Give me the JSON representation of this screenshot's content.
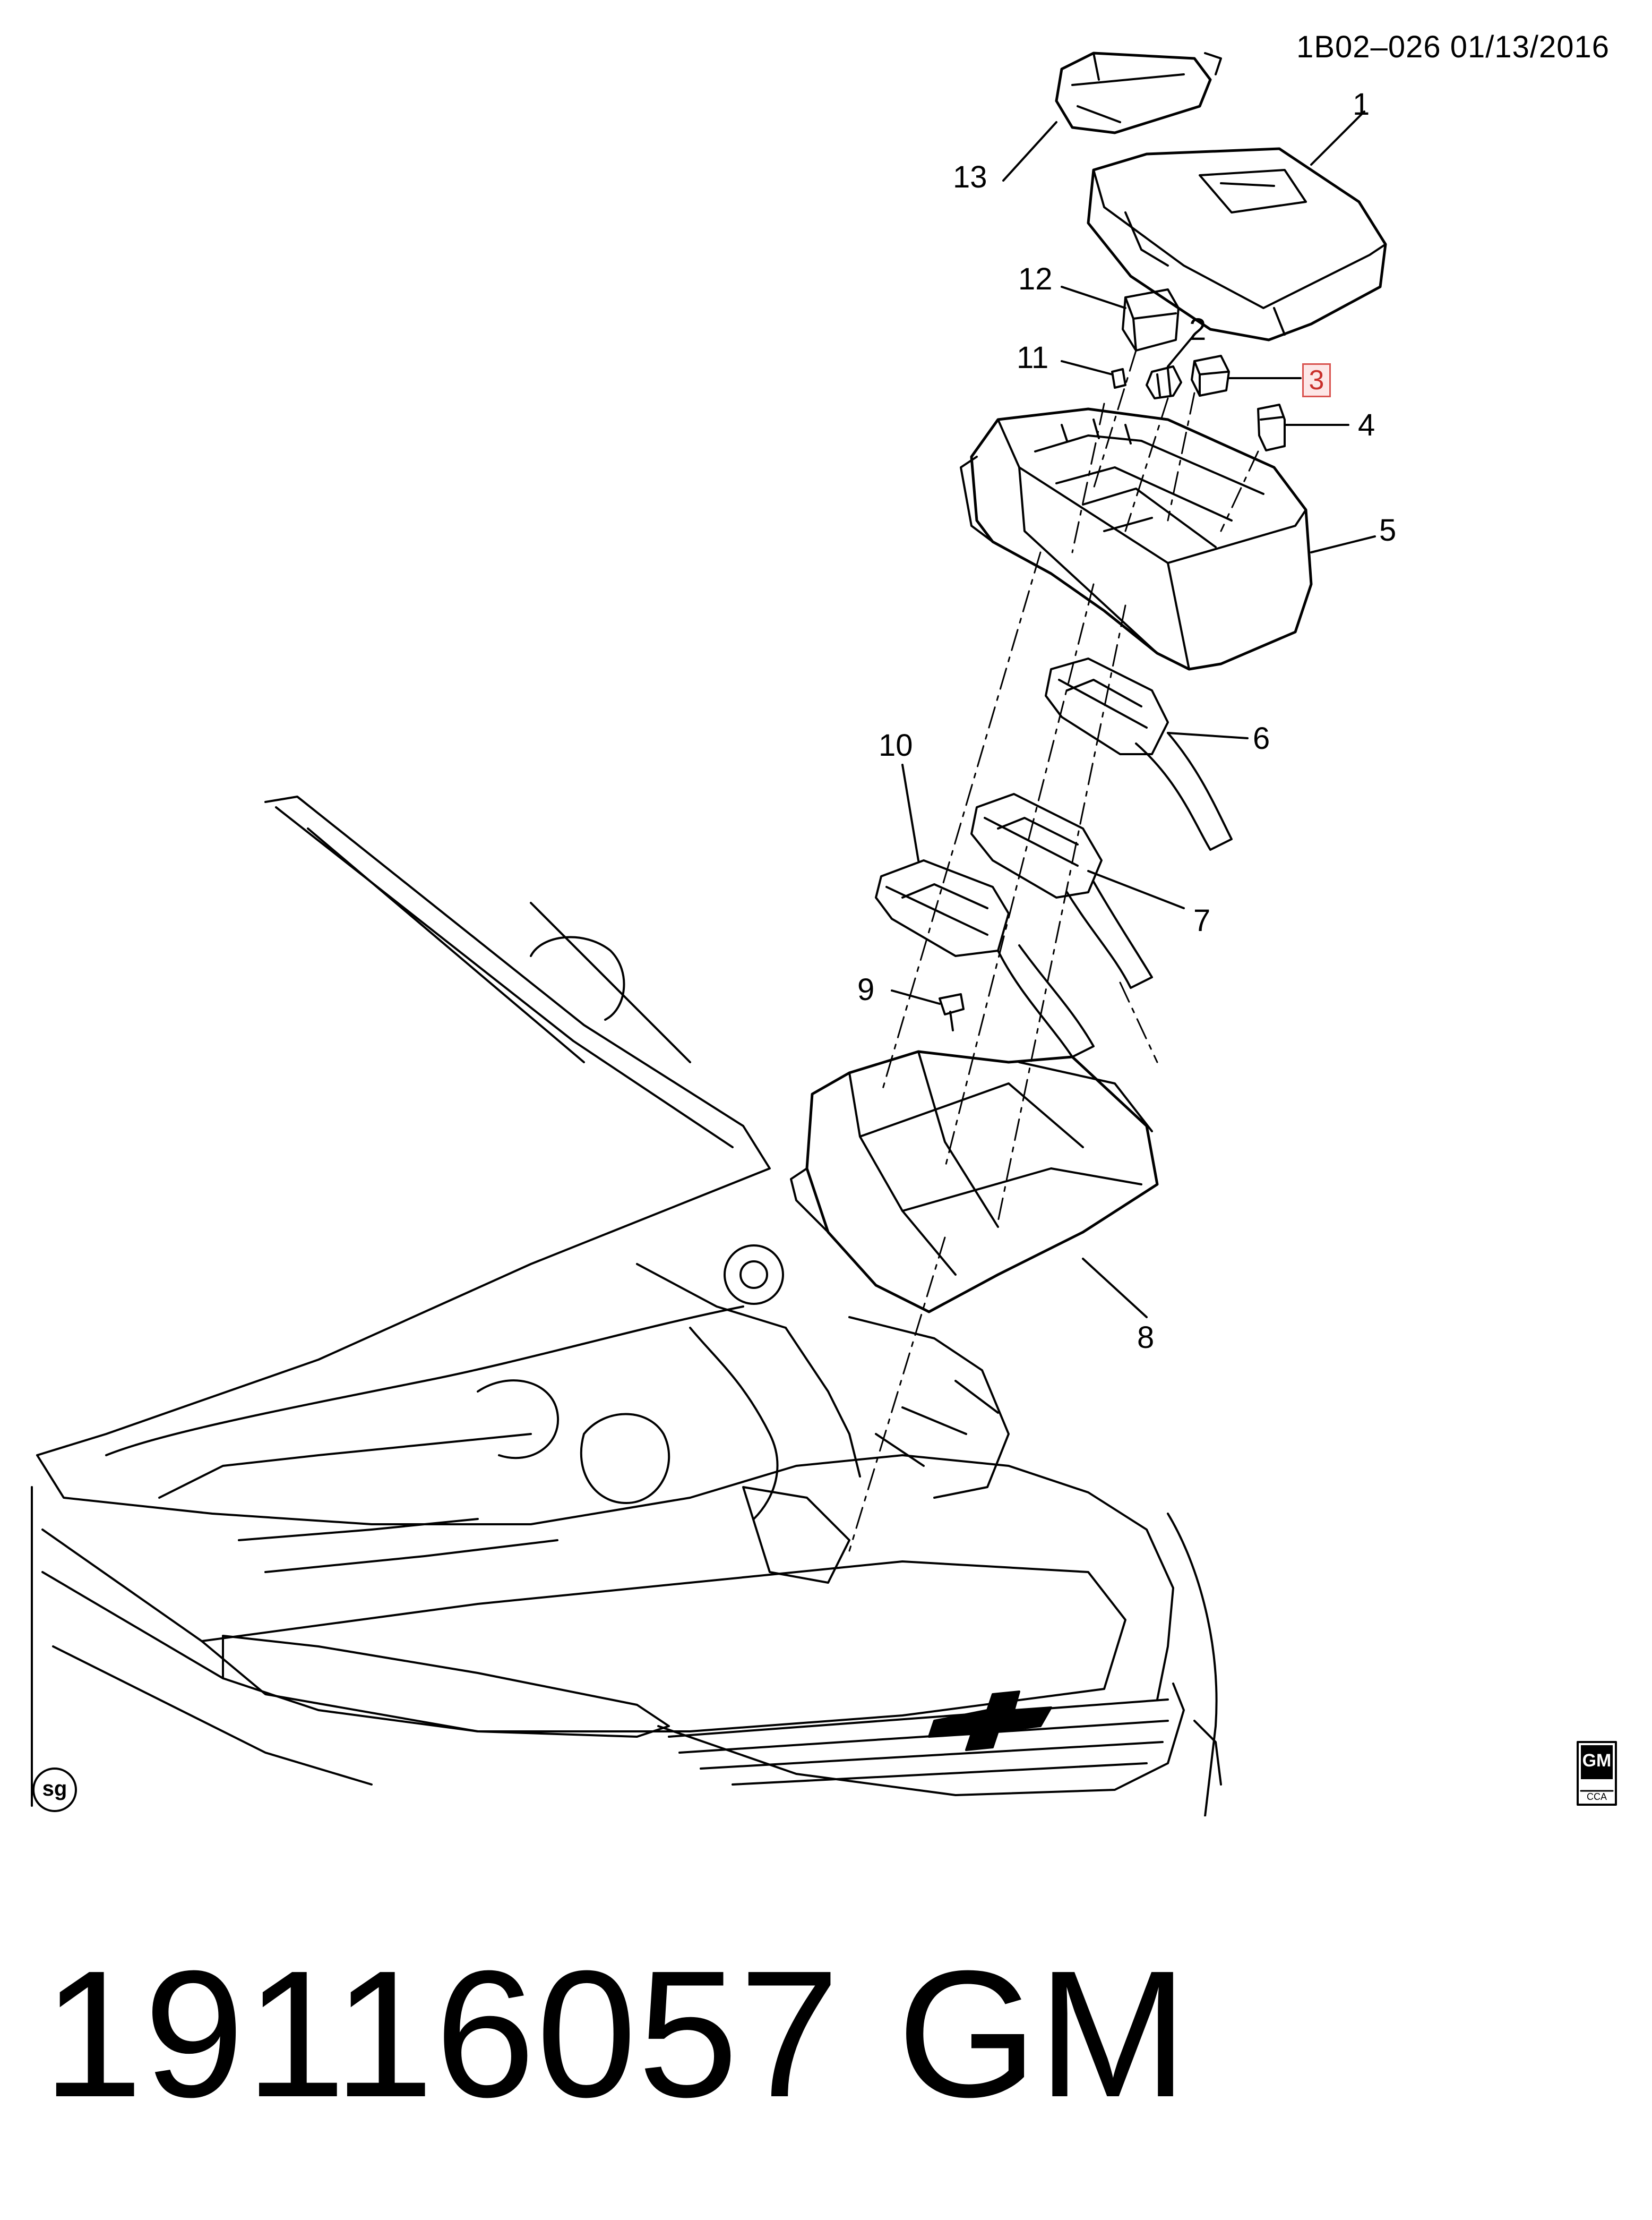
{
  "header": {
    "doc_code": "1B02–026  01/13/2016"
  },
  "callouts": [
    {
      "id": "1",
      "label": "1"
    },
    {
      "id": "2",
      "label": "2"
    },
    {
      "id": "3",
      "label": "3"
    },
    {
      "id": "4",
      "label": "4"
    },
    {
      "id": "5",
      "label": "5"
    },
    {
      "id": "6",
      "label": "6"
    },
    {
      "id": "7",
      "label": "7"
    },
    {
      "id": "8",
      "label": "8"
    },
    {
      "id": "9",
      "label": "9"
    },
    {
      "id": "10",
      "label": "10"
    },
    {
      "id": "11",
      "label": "11"
    },
    {
      "id": "12",
      "label": "12"
    },
    {
      "id": "13",
      "label": "13"
    }
  ],
  "logos": {
    "sg": "sg",
    "gm_top": "GM",
    "gm_bottom": "CCA"
  },
  "footer": {
    "part_number": "19116057",
    "brand": "GM"
  },
  "colors": {
    "line": "#000000",
    "highlight_border": "#d9534f",
    "highlight_fill": "#fde7e7"
  }
}
